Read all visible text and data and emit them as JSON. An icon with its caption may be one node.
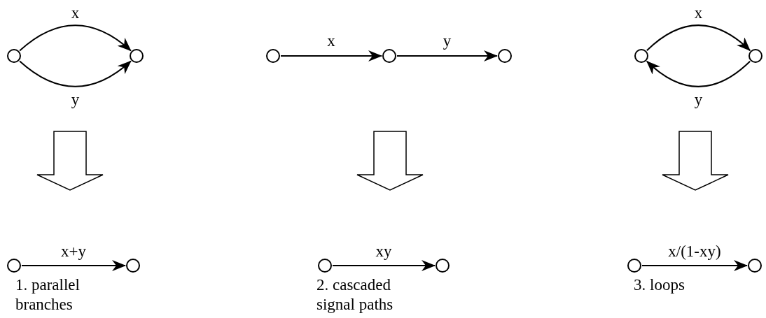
{
  "diagram": {
    "nodes": [
      {
        "text": [],
        "shape": "circle"
      },
      {
        "text": [],
        "shape": "circle"
      },
      {
        "text": [],
        "shape": "circle"
      },
      {
        "text": [],
        "shape": "circle"
      },
      {
        "text": [],
        "shape": "circle"
      },
      {
        "text": [],
        "shape": "circle"
      },
      {
        "text": [],
        "shape": "circle"
      },
      {
        "text": [],
        "shape": "circle"
      },
      {
        "text": [],
        "shape": "circle"
      },
      {
        "text": [],
        "shape": "circle"
      },
      {
        "text": [],
        "shape": "circle"
      },
      {
        "text": [],
        "shape": "circle"
      },
      {
        "text": [],
        "shape": "circle"
      }
    ],
    "edges": [
      {
        "from": 0,
        "to": 1,
        "arrow": "to",
        "label": "x"
      },
      {
        "from": 0,
        "to": 1,
        "arrow": "to",
        "label": "y"
      },
      {
        "from": 2,
        "to": 3,
        "arrow": "to",
        "label": "x"
      },
      {
        "from": 3,
        "to": 4,
        "arrow": "to",
        "label": "y"
      },
      {
        "from": 5,
        "to": 6,
        "arrow": "to",
        "label": "x"
      },
      {
        "from": 6,
        "to": 5,
        "arrow": "to",
        "label": "y"
      },
      {
        "from": 7,
        "to": 8,
        "arrow": "to",
        "label": "x+y"
      },
      {
        "from": 9,
        "to": 10,
        "arrow": "to",
        "label": "xy"
      },
      {
        "from": 11,
        "to": 12,
        "arrow": "to",
        "label": "x/(1-xy)"
      }
    ],
    "labels": [
      "1. parallel branches",
      "2. cascaded signal paths",
      "3. loops"
    ]
  }
}
